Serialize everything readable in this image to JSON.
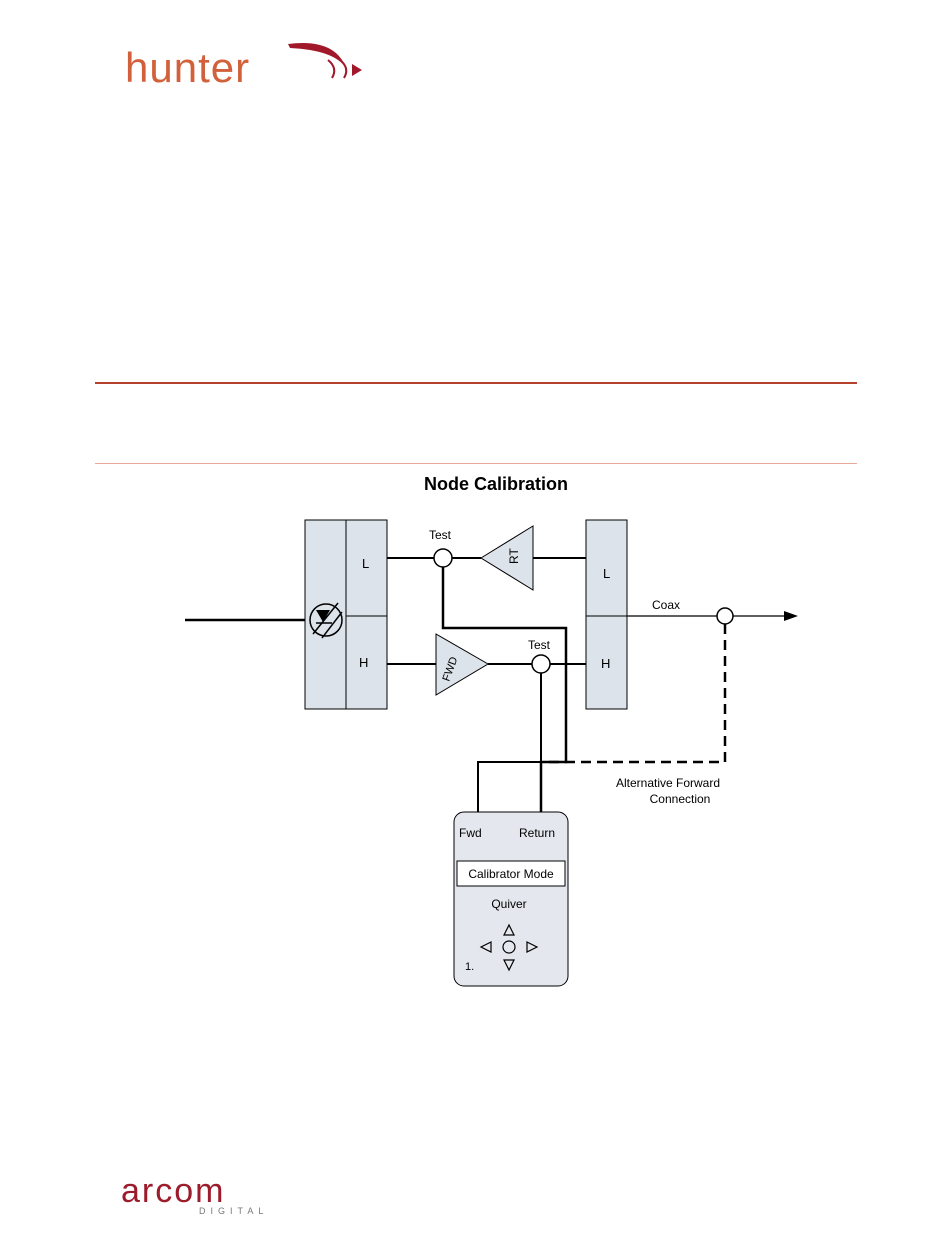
{
  "header": {
    "brand": "hunter",
    "brand_color": "#d2603a",
    "swoosh_color": "#a0182a"
  },
  "diagram": {
    "title": "Node Calibration",
    "labels": {
      "receiver_low": "L",
      "receiver_high": "H",
      "splitter_low": "L",
      "splitter_high": "H",
      "test_top": "Test",
      "test_bottom": "Test",
      "return_amp": "RT",
      "forward_amp": "FWD",
      "coax": "Coax",
      "alt_forward_line1": "Alternative Forward",
      "alt_forward_line2": "Connection"
    },
    "device": {
      "port_fwd": "Fwd",
      "port_return": "Return",
      "mode_display": "Calibrator Mode",
      "name": "Quiver",
      "marker": "1."
    },
    "colors": {
      "box_fill": "#dde3ea",
      "device_fill": "#e4e8ee",
      "line": "#000000"
    }
  },
  "footer": {
    "brand": "arcom",
    "tagline": "DIGITAL",
    "brand_color": "#9c1c2c",
    "tagline_color": "#777777"
  }
}
